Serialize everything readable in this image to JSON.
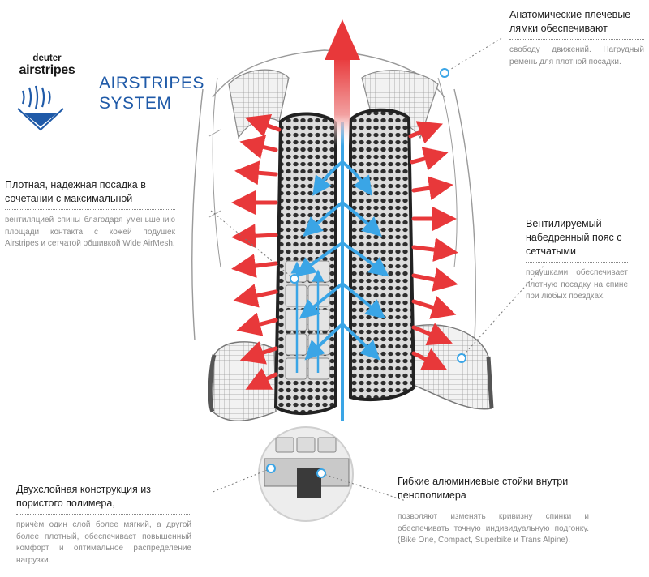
{
  "logo": {
    "brand_top": "deuter",
    "brand_bottom": "airstripes",
    "accent_color": "#1f5aa8"
  },
  "title": {
    "line1": "AIRSTRIPES",
    "line2": "SYSTEM"
  },
  "callouts": {
    "shoulder": {
      "head": "Анатомические плечевые лямки обеспечивают",
      "body": "свободу движений. Нагрудный ремень для плотной посадки."
    },
    "fit": {
      "head": "Плотная, надежная посадка в сочетании с максимальной",
      "body": "вентиляцией спины благодаря уменьшению площади контакта с кожей подушек Airstripes и сетчатой обшивкой Wide AirMesh."
    },
    "hipbelt": {
      "head": "Вентилируемый набедренный пояс с сетчатыми",
      "body": "подушками обеспечивает плотную посадку на спине при любых поездках."
    },
    "layers": {
      "head": "Двухслойная конструкция из пористого полимера,",
      "body": "причём один слой более мягкий, а другой более плотный, обеспечивает повышенный комфорт и оптимальное распределение нагрузки."
    },
    "stays": {
      "head": "Гибкие алюминиевые стойки внутри пенополимера",
      "body": "позволяют изменять кривизну спинки и обеспечивать точную индивидуальную подгонку. (Bike One, Compact, Superbike и Trans Alpine)."
    }
  },
  "colors": {
    "warm_arrow": "#e8383a",
    "cool_arrow": "#3aa5e6",
    "pad": "#2b2b2b",
    "frame": "#9a9a9a"
  }
}
